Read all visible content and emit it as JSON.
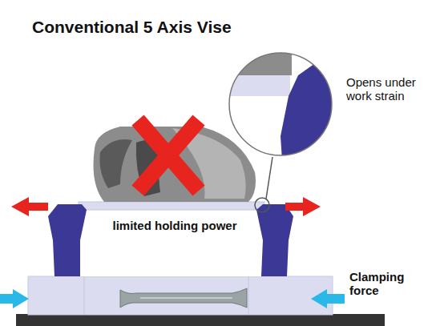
{
  "diagram": {
    "title": "Conventional 5 Axis Vise",
    "labels": [
      "Opens under work strain",
      "limited holding power",
      "Clamping force"
    ]
  }
}
